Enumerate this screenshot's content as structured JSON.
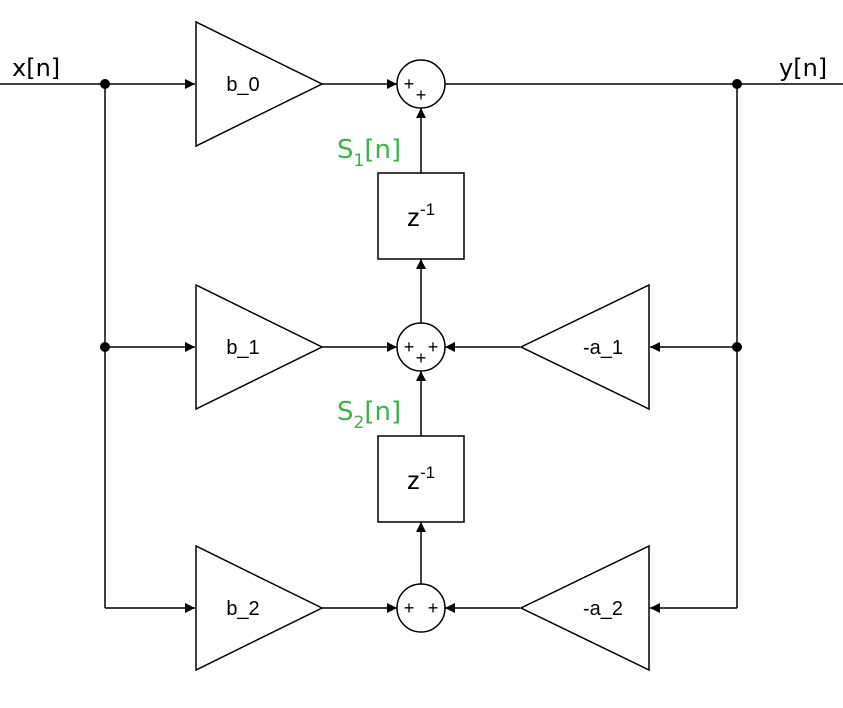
{
  "signals": {
    "input": "x[n]",
    "output": "y[n]"
  },
  "states": {
    "s1": {
      "base": "S",
      "sub": "1",
      "suffix": "[n]"
    },
    "s2": {
      "base": "S",
      "sub": "2",
      "suffix": "[n]"
    }
  },
  "gains": {
    "b0": "b_0",
    "b1": "b_1",
    "b2": "b_2",
    "a1": "-a_1",
    "a2": "-a_2"
  },
  "delays": {
    "d1": {
      "base": "z",
      "exp": "-1"
    },
    "d2": {
      "base": "z",
      "exp": "-1"
    }
  },
  "sums": {
    "sum0": [
      "+",
      "+"
    ],
    "sum1": [
      "+",
      "+",
      "+"
    ],
    "sum2": [
      "+",
      "+"
    ]
  },
  "colors": {
    "state_label": "#3cb04a",
    "line": "#000000"
  }
}
